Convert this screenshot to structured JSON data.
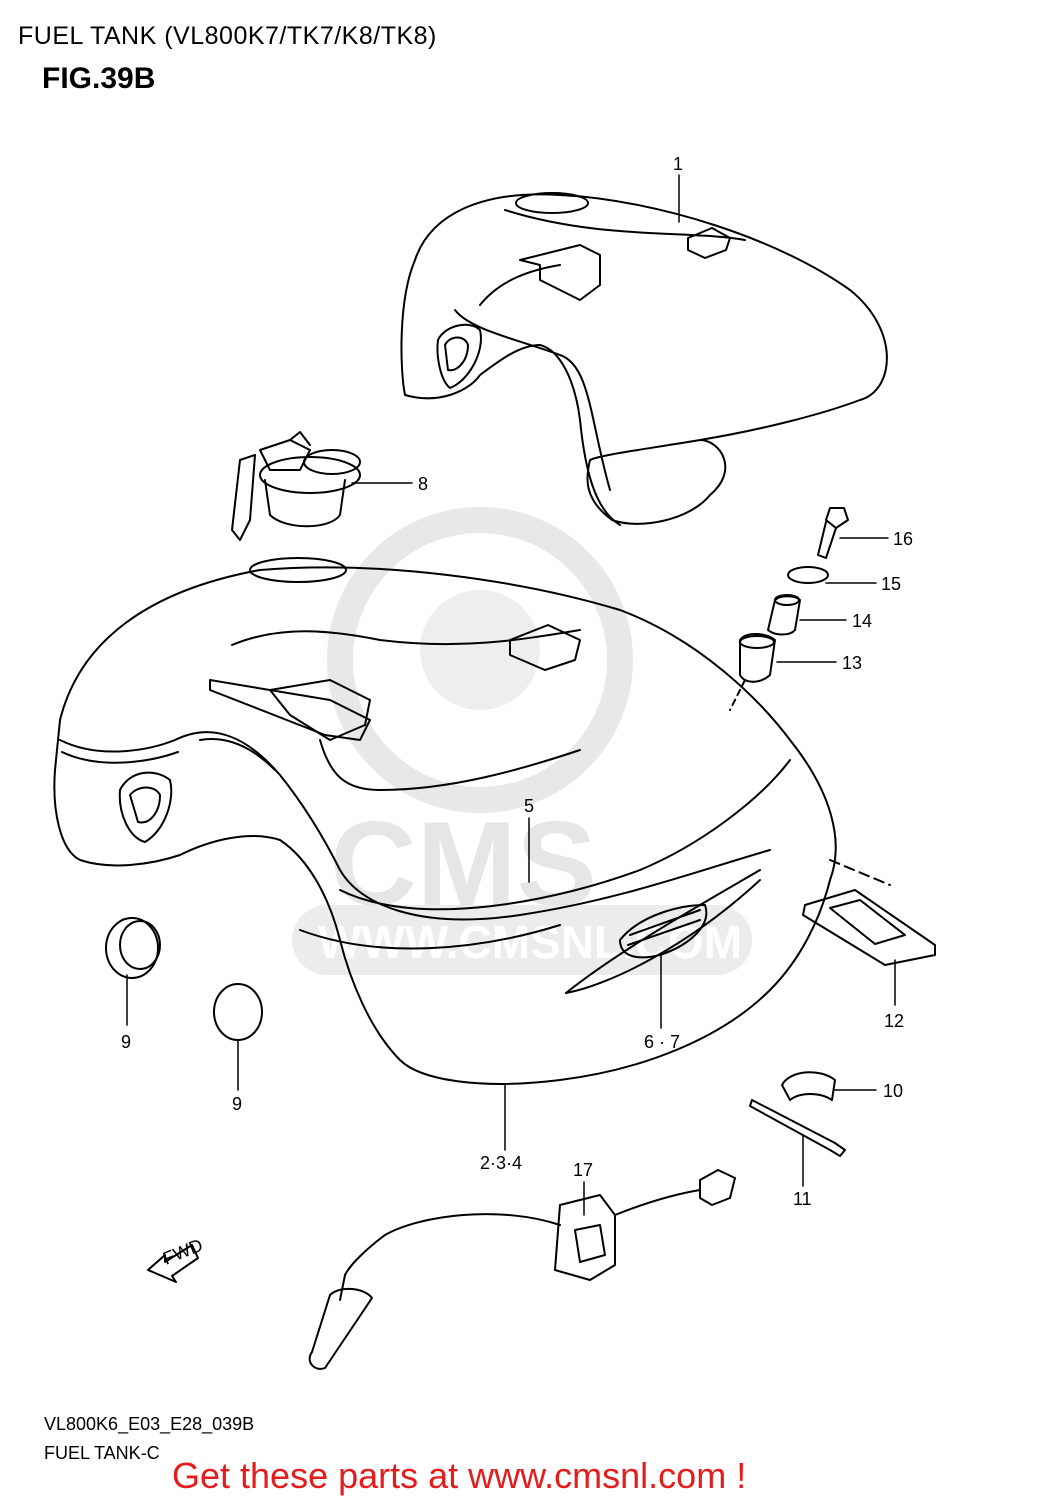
{
  "header": {
    "title": "FUEL TANK (VL800K7/TK7/K8/TK8)",
    "figure": "FIG.39B"
  },
  "footer": {
    "code": "VL800K6_E03_E28_039B",
    "subtitle": "FUEL TANK-C",
    "promo": "Get these parts at www.cmsnl.com !"
  },
  "watermark": {
    "brand": "CMS",
    "url": "WWW.CMSNL.COM"
  },
  "fwd_label": "FWD",
  "callouts": [
    {
      "id": "c1",
      "label": "1"
    },
    {
      "id": "c8",
      "label": "8"
    },
    {
      "id": "c16",
      "label": "16"
    },
    {
      "id": "c15",
      "label": "15"
    },
    {
      "id": "c14",
      "label": "14"
    },
    {
      "id": "c13",
      "label": "13"
    },
    {
      "id": "c5",
      "label": "5"
    },
    {
      "id": "c12",
      "label": "12"
    },
    {
      "id": "c9a",
      "label": "9"
    },
    {
      "id": "c67",
      "label": "6 · 7"
    },
    {
      "id": "c9b",
      "label": "9"
    },
    {
      "id": "c10",
      "label": "10"
    },
    {
      "id": "c234",
      "label": "2·3·4"
    },
    {
      "id": "c17",
      "label": "17"
    },
    {
      "id": "c11",
      "label": "11"
    }
  ],
  "colors": {
    "promo": "#e41c1c",
    "watermark": "#e6e6e6",
    "line": "#000000"
  }
}
